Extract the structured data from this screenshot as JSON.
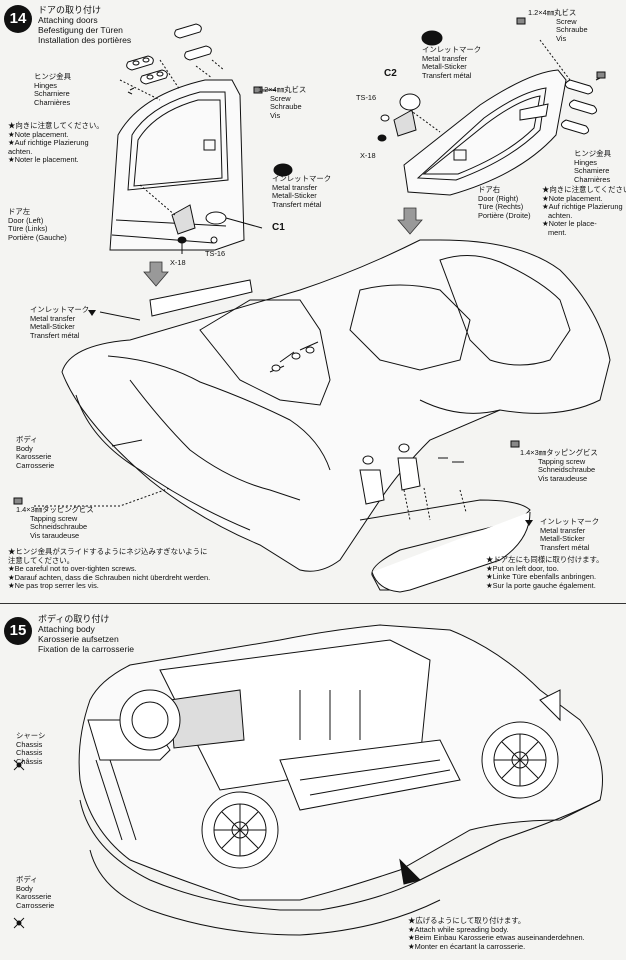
{
  "step14": {
    "number": "14",
    "title": [
      "ドアの取り付け",
      "Attaching doors",
      "Befestigung der Türen",
      "Installation des portières"
    ],
    "hinges_left": [
      "ヒンジ金具",
      "Hinges",
      "Scharniere",
      "Charnières"
    ],
    "screw_top_left": [
      "1.2×4㎜丸ビス",
      "Screw",
      "Schraube",
      "Vis"
    ],
    "note_left": [
      "★向きに注意してください。",
      "★Note placement.",
      "★Auf richtige Plazierung",
      "achten.",
      "★Noter le placement."
    ],
    "metal_transfer_left": [
      "インレットマーク",
      "Metal transfer",
      "Metall-Sticker",
      "Transfert métal"
    ],
    "door_left": [
      "ドア左",
      "Door (Left)",
      "Türe (Links)",
      "Portière (Gauche)"
    ],
    "part_c1": "C1",
    "part_x18_left": "X-18",
    "part_ts16_left": "TS-16",
    "part_c2": "C2",
    "part_ts16_right": "TS-16",
    "part_x18_right": "X-18",
    "metal_transfer_right": [
      "インレットマーク",
      "Metal transfer",
      "Metall-Sticker",
      "Transfert métal"
    ],
    "screw_top_right": [
      "1.2×4㎜丸ビス",
      "Screw",
      "Schraube",
      "Vis"
    ],
    "hinges_right": [
      "ヒンジ金具",
      "Hinges",
      "Schamiere",
      "Charnières"
    ],
    "note_right": [
      "★向きに注意してください。",
      "★Note placement.",
      "★Auf richtige Plazierung",
      "achten.",
      "★Noter le place-",
      "ment."
    ],
    "door_right": [
      "ドア右",
      "Door (Right)",
      "Türe (Rechts)",
      "Portière (Droite)"
    ],
    "metal_transfer_body": [
      "インレットマーク",
      "Metal transfer",
      "Metall-Sticker",
      "Transfert métal"
    ],
    "body": [
      "ボディ",
      "Body",
      "Karosserie",
      "Carrosserie"
    ],
    "tapping_screw_right": [
      "1.4×3㎜タッピングビス",
      "Tapping screw",
      "Schneidschraube",
      "Vis taraudeuse"
    ],
    "tapping_screw_left": [
      "1.4×3㎜タッピングビス",
      "Tapping screw",
      "Schneidschraube",
      "Vis taraudeuse"
    ],
    "metal_transfer_bottom": [
      "インレットマーク",
      "Metal transfer",
      "Metall-Sticker",
      "Transfert métal"
    ],
    "caution_bottom": [
      "★ヒンジ金具がスライドするようにネジ込みすぎないように",
      "注意してください。",
      "★Be careful not to over-tighten screws.",
      "★Darauf achten, dass die Schrauben nicht überdreht werden.",
      "★Ne pas trop serrer les vis."
    ],
    "door_too": [
      "★ドア左にも同様に取り付けます。",
      "★Put on left door, too.",
      "★Linke Türe ebenfalls anbringen.",
      "★Sur la porte gauche également."
    ]
  },
  "step15": {
    "number": "15",
    "title": [
      "ボディの取り付け",
      "Attaching body",
      "Karosserie aufsetzen",
      "Fixation de la carrosserie"
    ],
    "chassis": [
      "シャーシ",
      "Chassis",
      "Chassis",
      "Châssis"
    ],
    "body": [
      "ボディ",
      "Body",
      "Karosserie",
      "Carrosserie"
    ],
    "note": [
      "★広げるようにして取り付けます。",
      "★Attach while spreading body.",
      "★Beim Einbau Karosserie etwas auseinanderdehnen.",
      "★Monter en écartant la carrosserie."
    ]
  },
  "colors": {
    "ink": "#111111",
    "paper": "#f4f4f2"
  }
}
